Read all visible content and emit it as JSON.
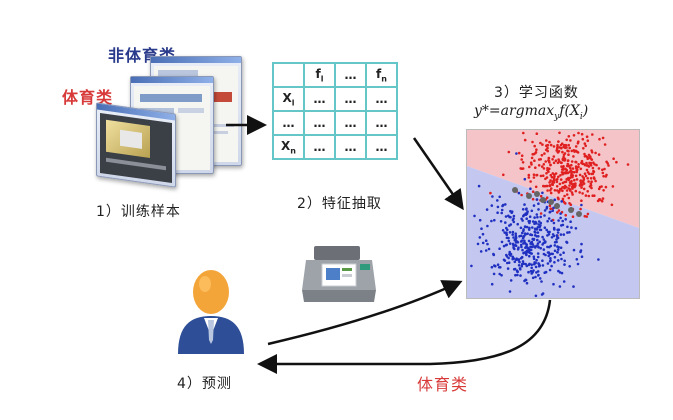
{
  "labels": {
    "non_sports": "非体育类",
    "sports": "体育类",
    "step1": "1）训练样本",
    "step2": "2）特征抽取",
    "step3": "3）学习函数",
    "step4": "4）预测",
    "predicted_class": "体育类"
  },
  "formula": {
    "lhs": "y*=argmax",
    "sub_y": "y",
    "func": "f(X",
    "sub_i": "i",
    "close": ")"
  },
  "feature_table": {
    "header": [
      "",
      "f",
      "…",
      "f"
    ],
    "header_subs": [
      "",
      "l",
      "",
      "n"
    ],
    "rows": [
      {
        "label": "X",
        "sub": "l",
        "cells": [
          "…",
          "…",
          "…"
        ]
      },
      {
        "label": "…",
        "sub": "",
        "cells": [
          "…",
          "…",
          "…"
        ]
      },
      {
        "label": "X",
        "sub": "n",
        "cells": [
          "…",
          "…",
          "…"
        ]
      }
    ]
  },
  "colors": {
    "region_top": "#f4c4c8",
    "region_bottom": "#c4c8f0",
    "points_red": "#e02020",
    "points_blue": "#2030c0",
    "table_border": "#64c6c6",
    "label_blue": "#2b3b8c",
    "label_red": "#d83a3a"
  },
  "icons": [
    "browser-windows-icon",
    "printer-icon",
    "user-avatar-icon"
  ]
}
